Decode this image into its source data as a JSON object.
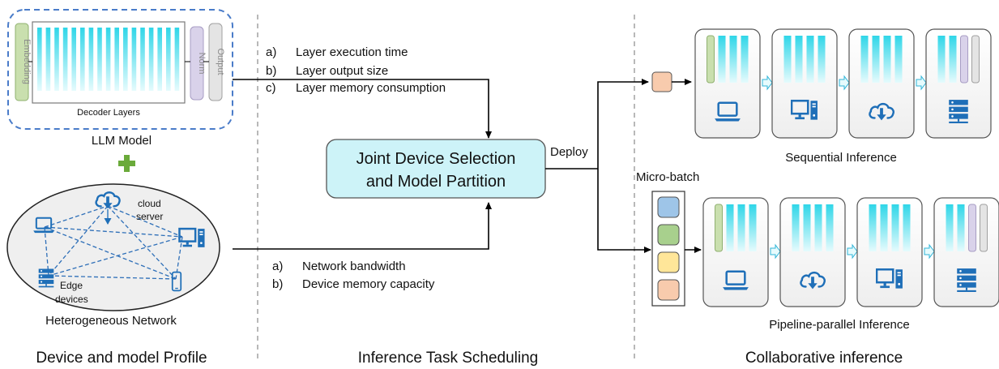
{
  "model": {
    "embedding_label": "Embedding",
    "norm_label": "Norm",
    "output_label": "Output",
    "decoder_label": "Decoder Layers",
    "caption": "LLM Model"
  },
  "network": {
    "cloud_label_1": "cloud",
    "cloud_label_2": "server",
    "edge_label_1": "Edge",
    "edge_label_2": "devices",
    "caption": "Heterogeneous Network"
  },
  "profile_items_top": [
    {
      "marker": "a)",
      "text": "Layer execution time"
    },
    {
      "marker": "b)",
      "text": "Layer output size"
    },
    {
      "marker": "c)",
      "text": "Layer memory consumption"
    }
  ],
  "profile_items_bottom": [
    {
      "marker": "a)",
      "text": "Network bandwidth"
    },
    {
      "marker": "b)",
      "text": "Device memory capacity"
    }
  ],
  "scheduler": {
    "line1": "Joint Device Selection",
    "line2": "and Model Partition",
    "deploy_label": "Deploy"
  },
  "inference": {
    "micro_batch_label": "Micro-batch",
    "sequential_caption": "Sequential Inference",
    "pipeline_caption": "Pipeline-parallel Inference"
  },
  "sections": {
    "left": "Device and model Profile",
    "middle": "Inference Task Scheduling",
    "right": "Collaborative inference"
  },
  "colors": {
    "cyan_top": "#2fd6e8",
    "cyan_bottom": "#e6fbfd",
    "embedding": "#c9dfae",
    "norm": "#d9d2ea",
    "output": "#e4e4e4",
    "plus": "#6aaa3a",
    "device_blue": "#1f6fb8",
    "scheduler_fill": "#cdf3f8",
    "batch_blue": "#9ec5e8",
    "batch_green": "#a8d08d",
    "batch_yellow": "#ffe699",
    "batch_orange": "#f8cbad"
  }
}
